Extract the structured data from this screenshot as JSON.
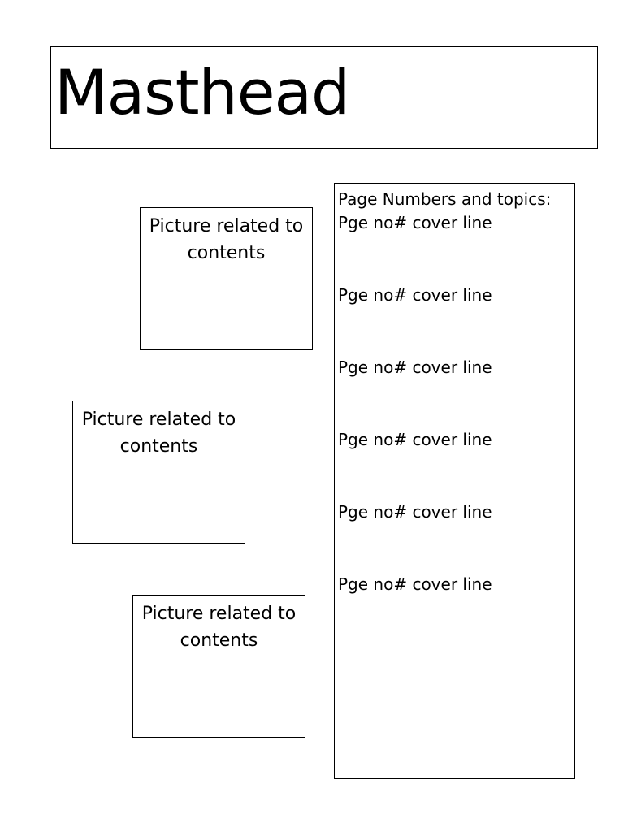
{
  "masthead": {
    "title": "Masthead"
  },
  "pictures": [
    {
      "caption": "Picture related to contents"
    },
    {
      "caption": "Picture related to contents"
    },
    {
      "caption": "Picture related to contents"
    }
  ],
  "contents": {
    "heading": "Page Numbers and topics:",
    "lines": [
      "Pge no# cover line",
      "Pge no# cover line",
      "Pge no# cover line",
      "Pge no# cover line",
      "Pge no# cover line",
      "Pge no# cover line"
    ]
  }
}
